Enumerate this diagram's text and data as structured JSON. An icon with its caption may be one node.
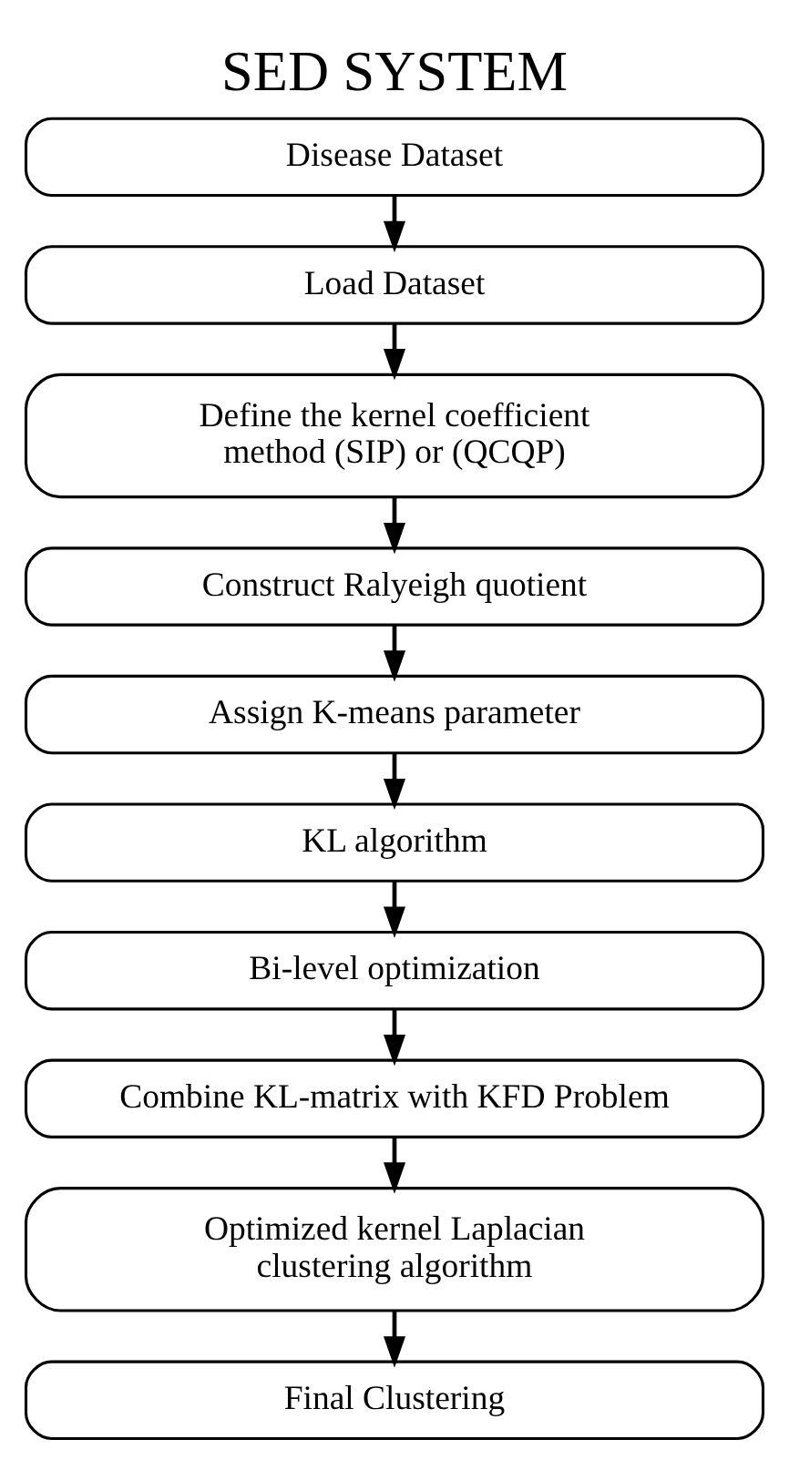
{
  "diagram": {
    "title": "SED SYSTEM",
    "nodes": [
      {
        "text": [
          "Disease Dataset"
        ]
      },
      {
        "text": [
          "Load Dataset"
        ]
      },
      {
        "text": [
          "Define the kernel coefficient method (SIP) or (QCQP)"
        ]
      },
      {
        "text": [
          "Construct Ralyeigh quotient"
        ]
      },
      {
        "text": [
          "Assign K-means parameter"
        ]
      },
      {
        "text": [
          "KL algorithm"
        ]
      },
      {
        "text": [
          "Bi-level optimization"
        ]
      },
      {
        "text": [
          "Combine KL-matrix with KFD Problem"
        ]
      },
      {
        "text": [
          "Optimized kernel Laplacian clustering algorithm"
        ]
      },
      {
        "text": [
          "Final Clustering"
        ]
      }
    ],
    "edges": [
      {
        "from": 0,
        "to": 1,
        "arrow": "to"
      },
      {
        "from": 1,
        "to": 2,
        "arrow": "to"
      },
      {
        "from": 2,
        "to": 3,
        "arrow": "to"
      },
      {
        "from": 3,
        "to": 4,
        "arrow": "to"
      },
      {
        "from": 4,
        "to": 5,
        "arrow": "to"
      },
      {
        "from": 5,
        "to": 6,
        "arrow": "to"
      },
      {
        "from": 6,
        "to": 7,
        "arrow": "to"
      },
      {
        "from": 7,
        "to": 8,
        "arrow": "to"
      },
      {
        "from": 8,
        "to": 9,
        "arrow": "to"
      }
    ]
  }
}
